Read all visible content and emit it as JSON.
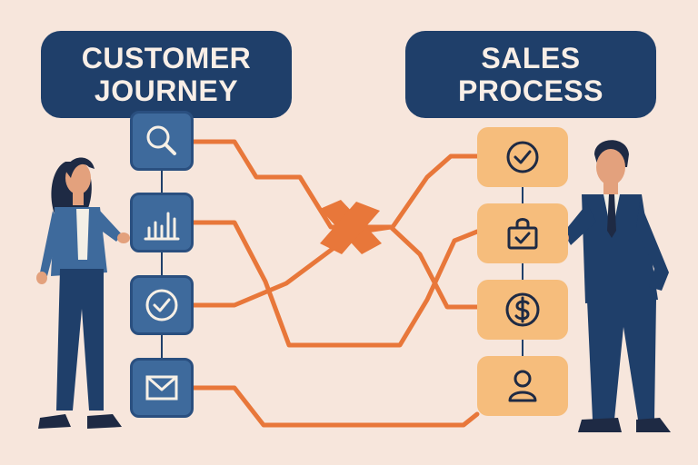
{
  "left_banner": {
    "line1": "CUSTOMER",
    "line2": "JOURNEY"
  },
  "right_banner": {
    "line1": "SALES",
    "line2": "PROCESS"
  },
  "customer_steps": [
    {
      "icon": "search-icon"
    },
    {
      "icon": "bar-chart-icon"
    },
    {
      "icon": "checkmark-circle-icon"
    },
    {
      "icon": "envelope-icon"
    }
  ],
  "sales_steps": [
    {
      "icon": "checkmark-circle-icon"
    },
    {
      "icon": "shopping-bag-check-icon"
    },
    {
      "icon": "dollar-coin-icon"
    },
    {
      "icon": "person-icon"
    }
  ],
  "colors": {
    "background": "#f7e6dc",
    "navy": "#1f3f6a",
    "step_blue": "#3e6a9c",
    "sales_orange": "#f6bd7c",
    "connector_orange": "#e8773a"
  }
}
